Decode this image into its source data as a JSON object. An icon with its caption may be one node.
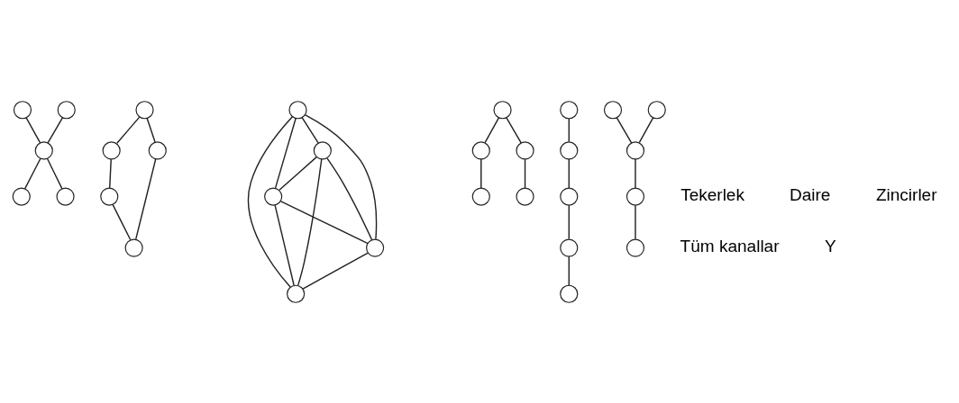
{
  "diagram": {
    "nodes": [
      {
        "text": [],
        "shape": "circle"
      },
      {
        "text": [],
        "shape": "circle"
      },
      {
        "text": [],
        "shape": "circle"
      },
      {
        "text": [],
        "shape": "circle"
      },
      {
        "text": [],
        "shape": "circle"
      },
      {
        "text": [],
        "shape": "circle"
      },
      {
        "text": [],
        "shape": "circle"
      },
      {
        "text": [],
        "shape": "circle"
      },
      {
        "text": [],
        "shape": "circle"
      },
      {
        "text": [],
        "shape": "circle"
      },
      {
        "text": [],
        "shape": "circle"
      },
      {
        "text": [],
        "shape": "circle"
      },
      {
        "text": [],
        "shape": "circle"
      },
      {
        "text": [],
        "shape": "circle"
      },
      {
        "text": [],
        "shape": "circle"
      },
      {
        "text": [],
        "shape": "circle"
      },
      {
        "text": [],
        "shape": "circle"
      },
      {
        "text": [],
        "shape": "circle"
      },
      {
        "text": [],
        "shape": "circle"
      },
      {
        "text": [],
        "shape": "circle"
      },
      {
        "text": [],
        "shape": "circle"
      },
      {
        "text": [],
        "shape": "circle"
      },
      {
        "text": [],
        "shape": "circle"
      },
      {
        "text": [],
        "shape": "circle"
      },
      {
        "text": [],
        "shape": "circle"
      },
      {
        "text": [],
        "shape": "circle"
      },
      {
        "text": [],
        "shape": "circle"
      },
      {
        "text": [],
        "shape": "circle"
      },
      {
        "text": [],
        "shape": "circle"
      },
      {
        "text": [],
        "shape": "circle"
      }
    ],
    "edges": [
      {
        "from": 0,
        "to": 2,
        "arrow": "none"
      },
      {
        "from": 1,
        "to": 2,
        "arrow": "none"
      },
      {
        "from": 2,
        "to": 3,
        "arrow": "none"
      },
      {
        "from": 2,
        "to": 4,
        "arrow": "none"
      },
      {
        "from": 5,
        "to": 6,
        "arrow": "none"
      },
      {
        "from": 5,
        "to": 7,
        "arrow": "none"
      },
      {
        "from": 6,
        "to": 8,
        "arrow": "none"
      },
      {
        "from": 7,
        "to": 9,
        "arrow": "none"
      },
      {
        "from": 8,
        "to": 9,
        "arrow": "none"
      },
      {
        "from": 10,
        "to": 11,
        "arrow": "none"
      },
      {
        "from": 10,
        "to": 12,
        "arrow": "none"
      },
      {
        "from": 10,
        "to": 13,
        "arrow": "none"
      },
      {
        "from": 10,
        "to": 14,
        "arrow": "none"
      },
      {
        "from": 11,
        "to": 12,
        "arrow": "none"
      },
      {
        "from": 11,
        "to": 13,
        "arrow": "none"
      },
      {
        "from": 11,
        "to": 14,
        "arrow": "none"
      },
      {
        "from": 12,
        "to": 13,
        "arrow": "none"
      },
      {
        "from": 12,
        "to": 14,
        "arrow": "none"
      },
      {
        "from": 13,
        "to": 14,
        "arrow": "none"
      },
      {
        "from": 15,
        "to": 16,
        "arrow": "none"
      },
      {
        "from": 15,
        "to": 17,
        "arrow": "none"
      },
      {
        "from": 16,
        "to": 18,
        "arrow": "none"
      },
      {
        "from": 17,
        "to": 19,
        "arrow": "none"
      },
      {
        "from": 20,
        "to": 21,
        "arrow": "none"
      },
      {
        "from": 21,
        "to": 22,
        "arrow": "none"
      },
      {
        "from": 22,
        "to": 23,
        "arrow": "none"
      },
      {
        "from": 23,
        "to": 24,
        "arrow": "none"
      },
      {
        "from": 25,
        "to": 27,
        "arrow": "none"
      },
      {
        "from": 26,
        "to": 27,
        "arrow": "none"
      },
      {
        "from": 27,
        "to": 28,
        "arrow": "none"
      },
      {
        "from": 28,
        "to": 29,
        "arrow": "none"
      }
    ],
    "labels": [
      "Tekerlek",
      "Daire",
      "Tüm kanallar",
      "Zincirler",
      "Y"
    ]
  }
}
